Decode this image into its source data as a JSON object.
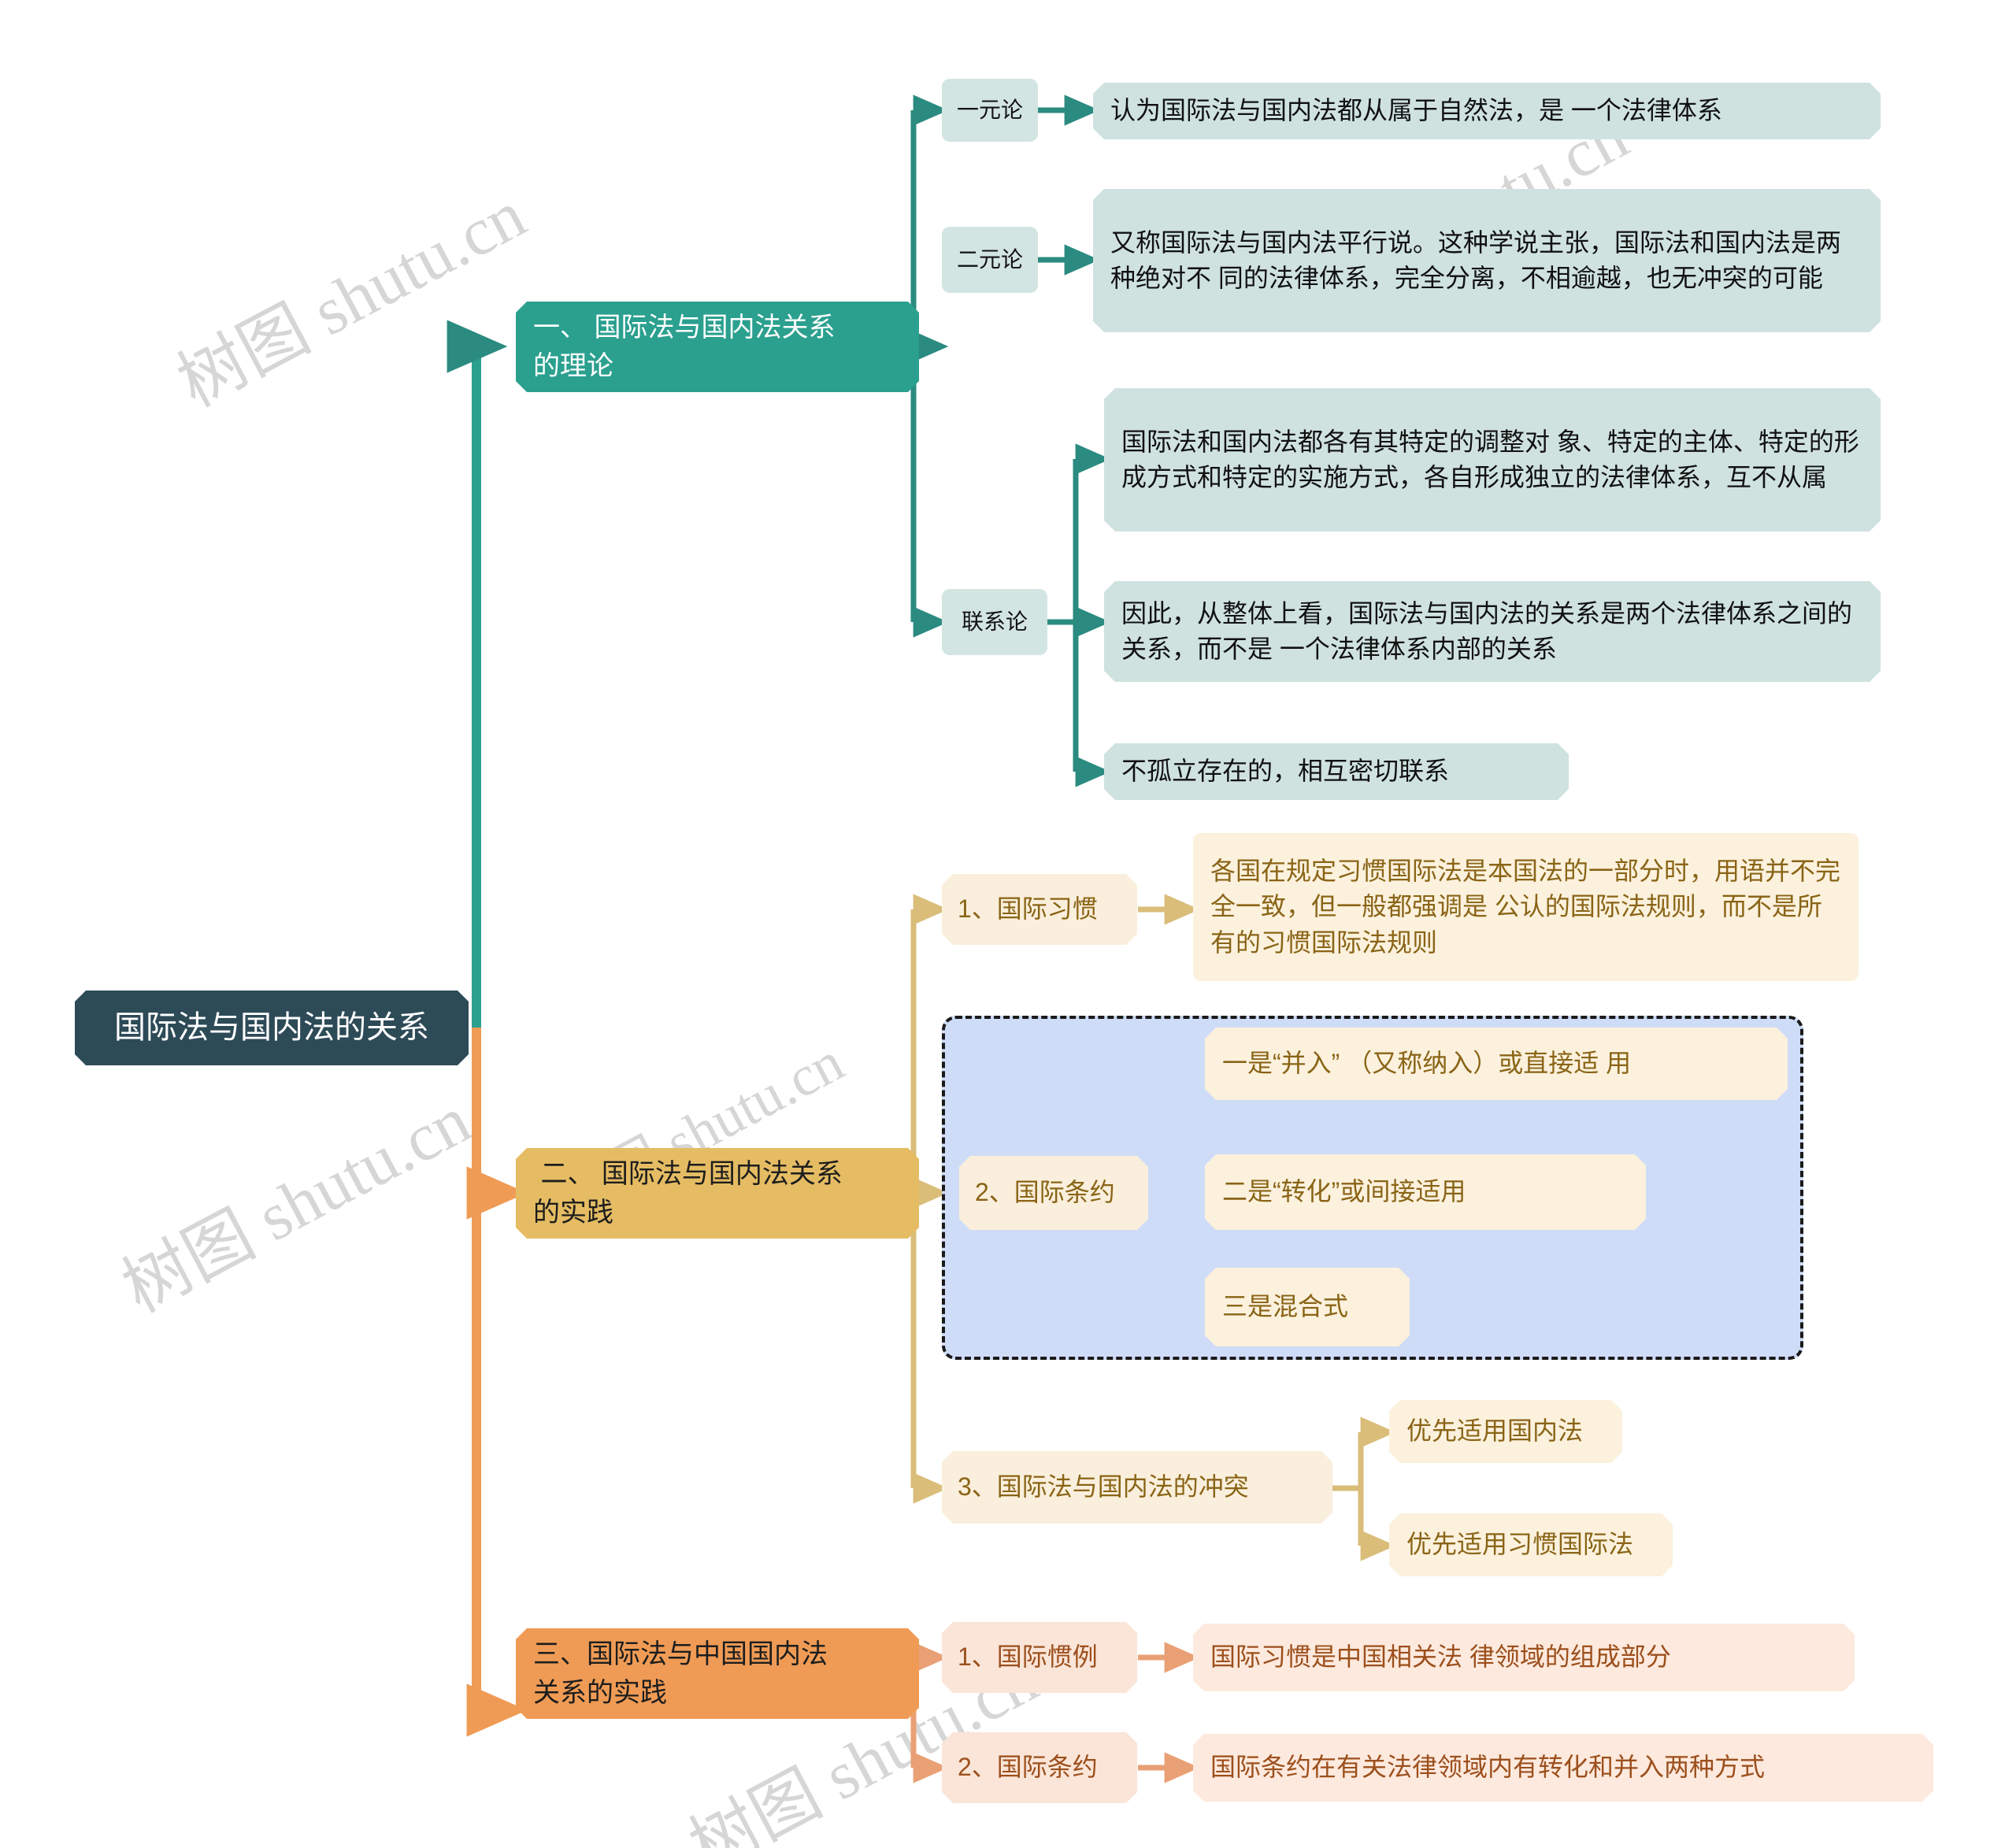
{
  "meta": {
    "watermark_text": "树图 shutu.cn"
  },
  "root": {
    "label": "国际法与国内法的关系"
  },
  "branches": [
    {
      "id": "theory",
      "label": "一、 国际法与国内法关系\n的理论",
      "color": "#2ba08f",
      "children": [
        {
          "label": "一元论",
          "leaves": [
            "认为国际法与国内法都从属于自然法，是 一个法律体系"
          ]
        },
        {
          "label": "二元论",
          "leaves": [
            "又称国际法与国内法平行说。这种学说主张，国际法和国内法是两种绝对不 同的法律体系，完全分离，不相逾越，也无冲突的可能"
          ]
        },
        {
          "label": "联系论",
          "leaves": [
            "国际法和国内法都各有其特定的调整对 象、特定的主体、特定的形成方式和特定的实施方式，各自形成独立的法律体系，互不从属",
            "因此，从整体上看，国际法与国内法的关系是两个法律体系之间的关系，而不是 一个法律体系内部的关系",
            "不孤立存在的，相互密切联系"
          ]
        }
      ]
    },
    {
      "id": "practice",
      "label": " 二、 国际法与国内法关系\n的实践",
      "color": "#e5bc63",
      "children": [
        {
          "label": "1、国际习惯",
          "leaves": [
            "各国在规定习惯国际法是本国法的一部分时，用语并不完全一致，但一般都强调是 公认的国际法规则，而不是所有的习惯国际法规则"
          ]
        },
        {
          "label": "2、国际条约",
          "grouped": true,
          "leaves": [
            "一是“并入” （又称纳入）或直接适 用",
            "二是“转化”或间接适用",
            "三是混合式"
          ]
        },
        {
          "label": "3、国际法与国内法的冲突",
          "leaves": [
            "优先适用国内法",
            "优先适用习惯国际法"
          ]
        }
      ]
    },
    {
      "id": "china",
      "label": "三、国际法与中国国内法\n关系的实践",
      "color": "#ef9b55",
      "children": [
        {
          "label": "1、国际惯例",
          "leaves": [
            "国际习惯是中国相关法 律领域的组成部分"
          ]
        },
        {
          "label": "2、国际条约",
          "leaves": [
            "国际条约在有关法律领域内有转化和并入两种方式"
          ]
        }
      ]
    }
  ]
}
